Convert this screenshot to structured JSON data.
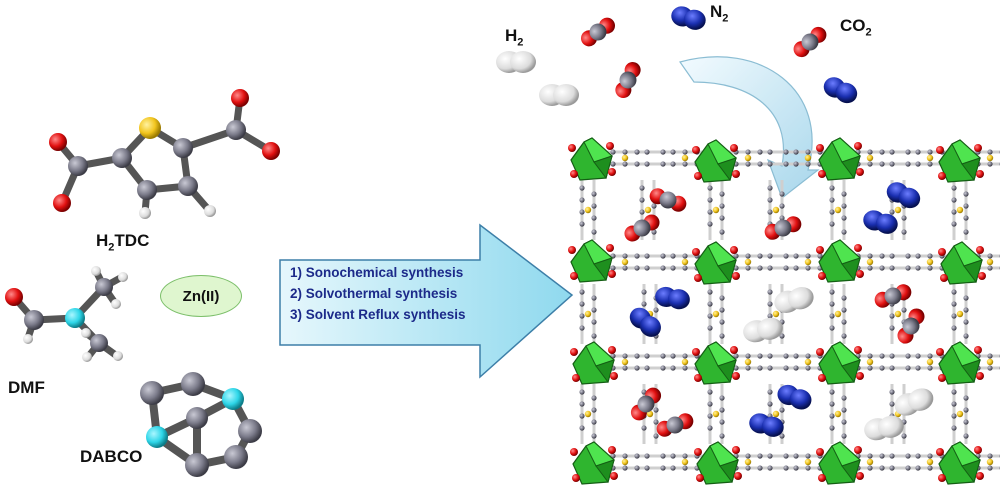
{
  "labels": {
    "h2tdc": {
      "main": "H",
      "sub": "2",
      "rest": "TDC"
    },
    "dmf": "DMF",
    "dabco": "DABCO",
    "zn": "Zn(II)",
    "h2": {
      "main": "H",
      "sub": "2"
    },
    "n2": {
      "main": "N",
      "sub": "2"
    },
    "co2": {
      "main": "CO",
      "sub": "2"
    }
  },
  "methods": [
    "1) Sonochemical synthesis",
    "2) Solvothermal synthesis",
    "3) Solvent Reflux  synthesis"
  ],
  "colors": {
    "arrow_fill": "#a9e4f3",
    "arrow_stroke": "#3d7fa8",
    "metal_node": "#3bd03b",
    "oxygen": "#e11010",
    "carbon": "#7b7b8a",
    "sulfur": "#f2c51e",
    "nitrogen_blue": "#1a2fb0",
    "nitrogen_cyan": "#2ed6e8",
    "hydrogen": "#e6e6e6",
    "zn_badge": "#dff6cf"
  }
}
